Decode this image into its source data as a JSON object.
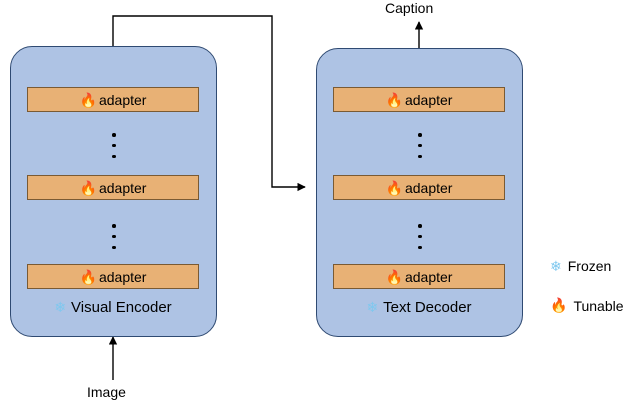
{
  "diagram": {
    "top_label": "Caption",
    "bottom_label": "Image",
    "encoder": {
      "title": "Visual Encoder",
      "snowflake_icon": "snowflake-icon",
      "adapters": [
        {
          "label": "adapter",
          "icon": "flame-icon"
        },
        {
          "label": "adapter",
          "icon": "flame-icon"
        },
        {
          "label": "adapter",
          "icon": "flame-icon"
        }
      ]
    },
    "decoder": {
      "title": "Text Decoder",
      "snowflake_icon": "snowflake-icon",
      "adapters": [
        {
          "label": "adapter",
          "icon": "flame-icon"
        },
        {
          "label": "adapter",
          "icon": "flame-icon"
        },
        {
          "label": "adapter",
          "icon": "flame-icon"
        }
      ]
    },
    "legend": [
      {
        "label": "Frozen",
        "icon": "snowflake-icon",
        "color": "#7ec8ef"
      },
      {
        "label": "Tunable",
        "icon": "flame-icon",
        "color": "#f07818"
      }
    ],
    "glyphs": {
      "flame": "🔥",
      "snowflake": "❄"
    },
    "colors": {
      "box_fill": "#aec3e4",
      "box_stroke": "#2f4a72",
      "adapter_fill": "#e8b175",
      "adapter_stroke": "#7a5a33",
      "arrow": "#000000"
    }
  }
}
